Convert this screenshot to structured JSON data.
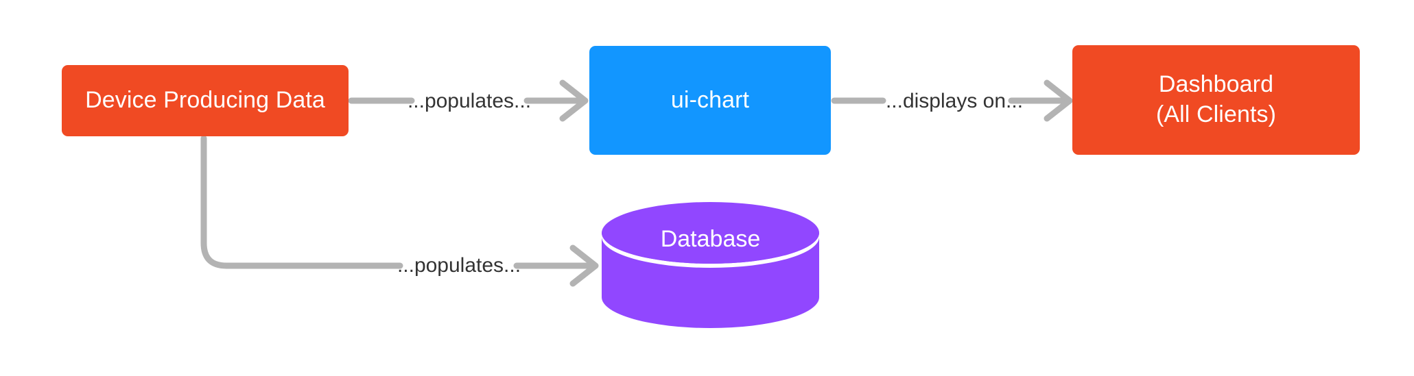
{
  "diagram": {
    "type": "flowchart",
    "direction": "left-to-right",
    "background": "#ffffff",
    "edge_color": "#b3b3b3",
    "edge_label_color": "#333333",
    "nodes": [
      {
        "id": "device",
        "label": "Device Producing Data",
        "shape": "rounded-rectangle",
        "color": "#f04a23"
      },
      {
        "id": "uichart",
        "label": "ui-chart",
        "shape": "rounded-rectangle",
        "color": "#1296ff"
      },
      {
        "id": "dashboard",
        "label": "Dashboard\n(All Clients)",
        "shape": "rounded-rectangle",
        "color": "#f04a23"
      },
      {
        "id": "database",
        "label": "Database",
        "shape": "cylinder",
        "color": "#9147ff"
      }
    ],
    "edges": [
      {
        "id": "device-to-uichart",
        "from": "device",
        "to": "uichart",
        "label": "...populates..."
      },
      {
        "id": "uichart-to-dashboard",
        "from": "uichart",
        "to": "dashboard",
        "label": "...displays on..."
      },
      {
        "id": "device-to-database",
        "from": "device",
        "to": "database",
        "label": "...populates..."
      }
    ]
  }
}
